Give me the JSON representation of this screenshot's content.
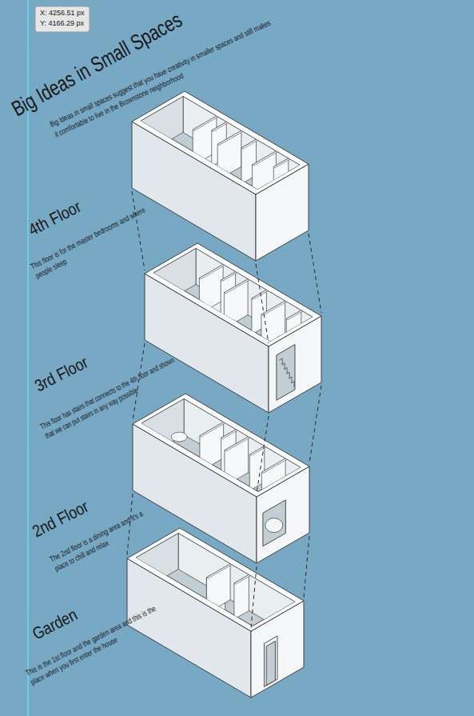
{
  "diagram": {
    "title": "Big Ideas in Small Spaces",
    "labels": [
      "Big Ideas in small spaces suggest that you have creativity in smaller spaces and still makes it comfortable to live in the Brownstone neighborhood",
      "X: 4256.51 px",
      "Y: 4166.29 px",
      "4th Floor",
      "This floor is for the master bedrooms and where people sleep",
      "3rd Floor",
      "This floor has stairs that connects to the 4th floor and shown that we can put stairs in any way possible",
      "2nd Floor",
      "The 2nd floor is a dining area and it's a place to chill and relax",
      "Garden",
      "This is the 1st floor and the garden area and this is the place when you first enter the house"
    ]
  }
}
